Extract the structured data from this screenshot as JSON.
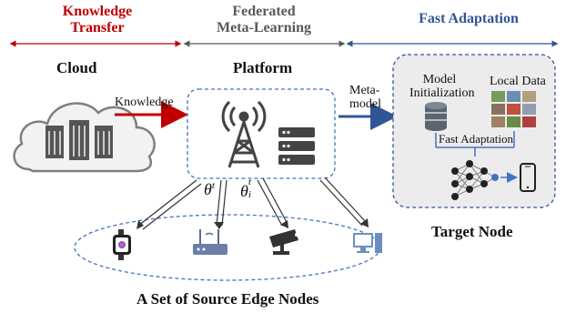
{
  "headers": {
    "knowledge_transfer_line1": "Knowledge",
    "knowledge_transfer_line2": "Transfer",
    "federated_line1": "Federated",
    "federated_line2": "Meta-Learning",
    "fast_adaptation": "Fast Adaptation"
  },
  "cloud": {
    "label": "Cloud"
  },
  "platform": {
    "label": "Platform",
    "theta": "θ",
    "theta_sup": "t",
    "theta_i": "θ",
    "theta_i_sup": "t",
    "theta_i_sub": "i"
  },
  "arrows": {
    "knowledge": "Knowledge",
    "meta_line1": "Meta-",
    "meta_line2": "model"
  },
  "target": {
    "label": "Target Node",
    "model_line1": "Model",
    "model_line2": "Initialization",
    "local_data": "Local Data",
    "fast_adaptation": "Fast Adaptation"
  },
  "source": {
    "label": "A Set of Source Edge Nodes"
  },
  "colors": {
    "red": "#c00000",
    "gray": "#595959",
    "blue": "#2f5597",
    "dashed_blue": "#4472c4",
    "target_fill": "#ececec"
  }
}
